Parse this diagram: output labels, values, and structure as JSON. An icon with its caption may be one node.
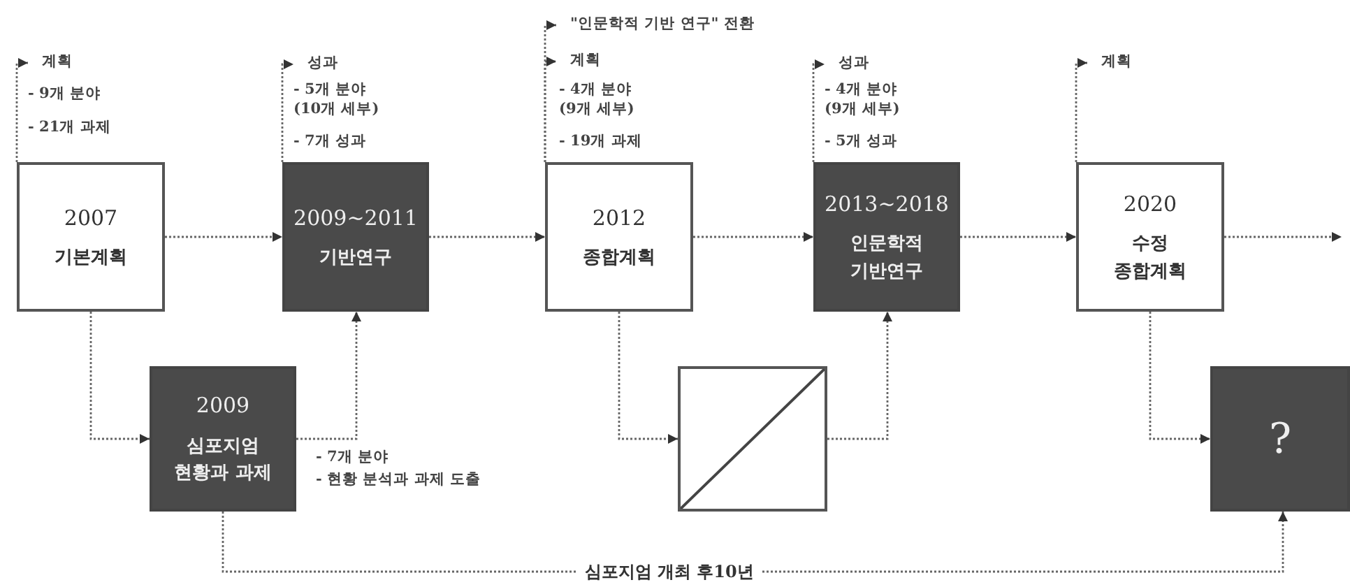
{
  "diagram": {
    "nodes": [
      {
        "text": [
          "2007",
          "기본계획"
        ]
      },
      {
        "text": [
          "2009~2011",
          "기반연구"
        ]
      },
      {
        "text": [
          "2012",
          "종합계획"
        ]
      },
      {
        "text": [
          "2013~2018",
          "인문학적 기반연구"
        ]
      },
      {
        "text": [
          "2020",
          "수정 종합계획"
        ]
      },
      {
        "text": [
          "2009",
          "심포지엄 현황과 과제"
        ],
        "beside": [
          "- 7개 분야",
          "- 현황 분석과 과제 도출"
        ]
      },
      {
        "text": [],
        "shape": "box"
      },
      {
        "text": [
          "?"
        ]
      },
      {
        "text": [
          "계획",
          "- 9개 분야",
          "- 21개 과제"
        ]
      },
      {
        "text": [
          "성과",
          "- 5개 분야 (10개 세부)",
          "- 7개 성과"
        ]
      },
      {
        "text": [
          "\"인문학적 기반 연구\" 전환"
        ]
      },
      {
        "text": [
          "계획",
          "- 4개 분야 (9개 세부)",
          "- 19개 과제"
        ]
      },
      {
        "text": [
          "성과",
          "- 4개 분야 (9개 세부)",
          "- 5개 성과"
        ]
      },
      {
        "text": [
          "계획"
        ]
      }
    ],
    "edges": [
      {
        "from": 0,
        "to": 1,
        "arrow": "to"
      },
      {
        "from": 1,
        "to": 2,
        "arrow": "to"
      },
      {
        "from": 2,
        "to": 3,
        "arrow": "to"
      },
      {
        "from": 3,
        "to": 4,
        "arrow": "to"
      },
      {
        "from": 4,
        "to": null,
        "arrow": "to"
      },
      {
        "from": 0,
        "to": 5,
        "arrow": "to"
      },
      {
        "from": 5,
        "to": 1,
        "arrow": "to"
      },
      {
        "from": 2,
        "to": 6,
        "arrow": "to"
      },
      {
        "from": 6,
        "to": 3,
        "arrow": "to"
      },
      {
        "from": 4,
        "to": 7,
        "arrow": "to"
      },
      {
        "from": 5,
        "to": 7,
        "arrow": "to",
        "label": "심포지엄 개최 후10년"
      },
      {
        "from": 0,
        "to": 8,
        "arrow": "to"
      },
      {
        "from": 1,
        "to": 9,
        "arrow": "to"
      },
      {
        "from": 2,
        "to": 10,
        "arrow": "to"
      },
      {
        "from": 2,
        "to": 11,
        "arrow": "to"
      },
      {
        "from": 3,
        "to": 12,
        "arrow": "to"
      },
      {
        "from": 4,
        "to": 13,
        "arrow": "to"
      }
    ]
  }
}
